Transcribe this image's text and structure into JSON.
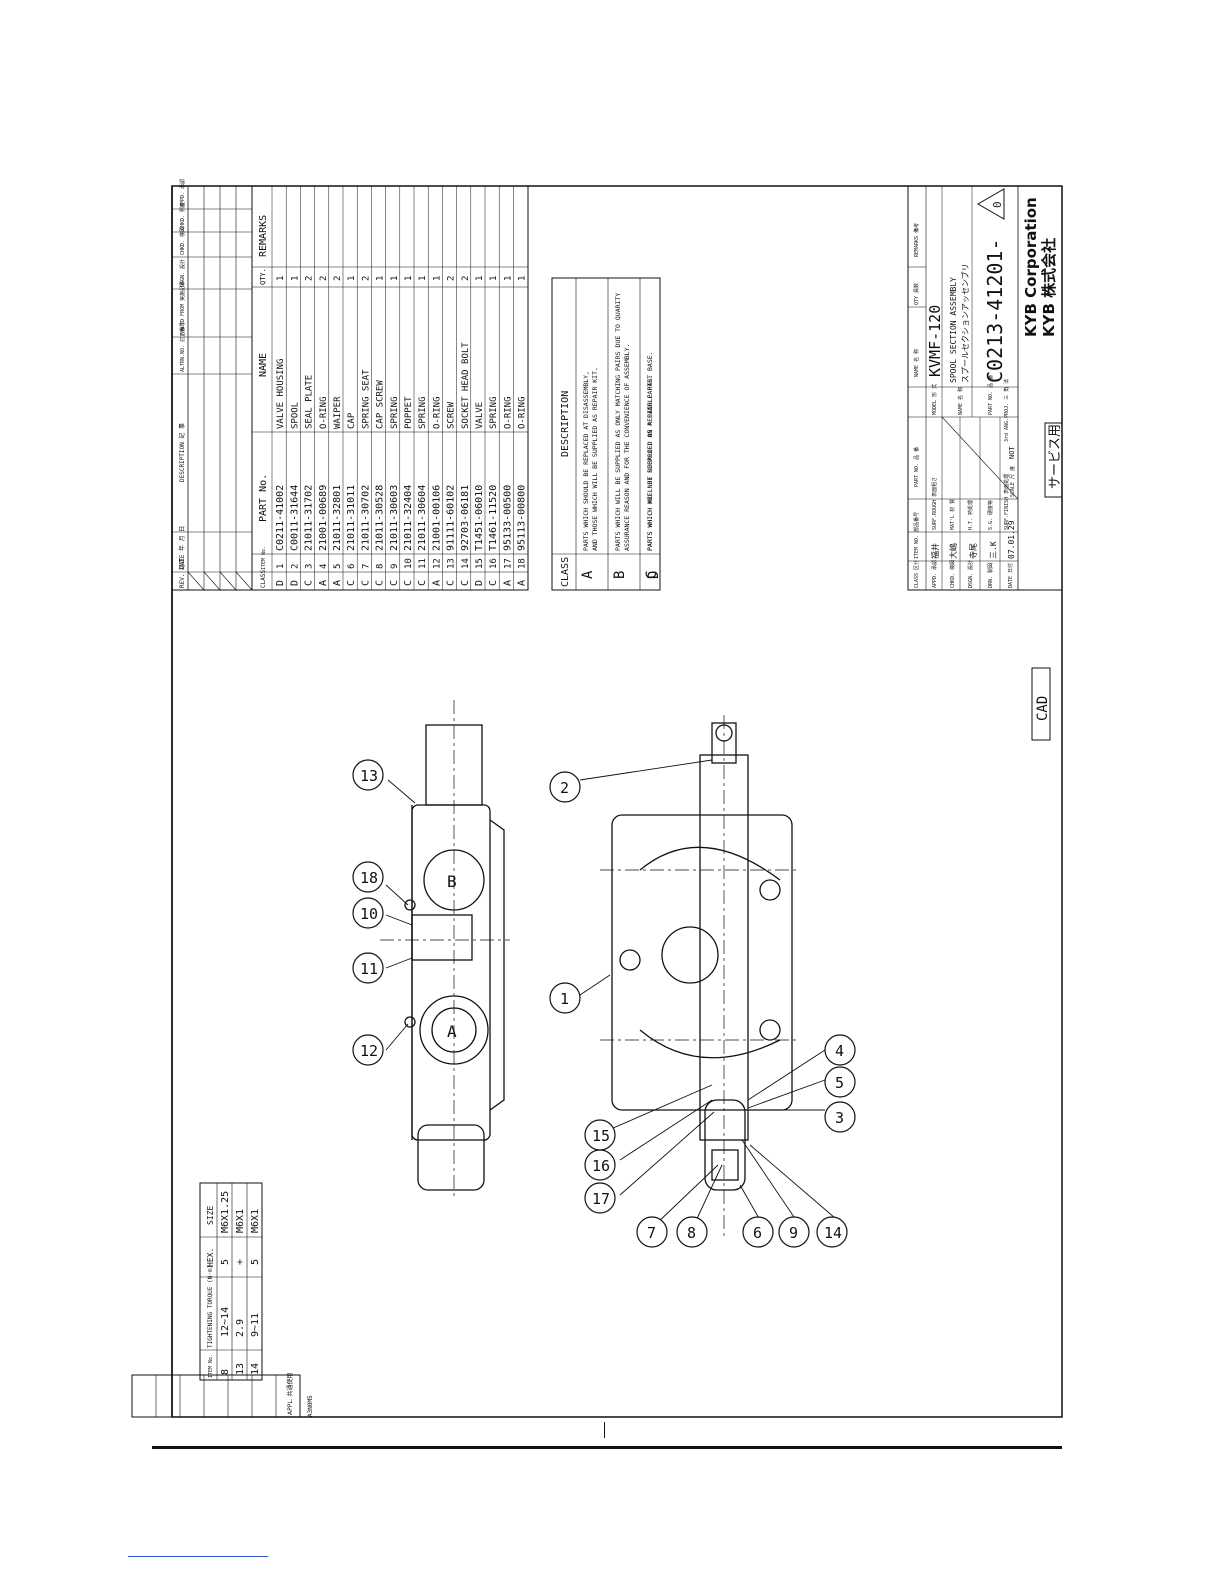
{
  "drawing": {
    "company_en": "KYB Corporation",
    "company_jp": "KYB 株式会社",
    "model_label": "MODEL 形 式",
    "model": "KVMF-120",
    "name_label": "NAME 名 称",
    "name_en": "SPOOL SECTION ASSEMBLY",
    "name_jp": "スプールセクションアッセンブリ",
    "part_no_label": "PART NO. 品 番",
    "part_no": "C0213-41201-",
    "rev_mark": "0",
    "cad_label": "CAD",
    "service_label": "サービス用",
    "appl_label": "APPL. 共通使用",
    "edge_code": "A3N0M5"
  },
  "title_block": {
    "class": "CLASS 区分",
    "item_no": "ITEM NO. 部品番号",
    "part_no": "PART NO. 品 番",
    "name": "NAME 名 称",
    "qty": "QTY 員数",
    "remarks": "REMARKS 備考",
    "appd": "APPD. 承認",
    "chkd": "CHKD. 検図",
    "dsgn": "DSGN. 設計",
    "drn": "DRN. 製図",
    "date": "DATE 日付",
    "appd_name": "福井",
    "chkd_name": "大嶋",
    "dsgn_name": "寺尾",
    "drn_name": "三.K",
    "date_val": "07.01.29",
    "surf_rough": "SURF.ROUGH 表面粗さ",
    "matl": "MAT'L 材 質",
    "ht": "H.T. 熱処理",
    "sg": "S.G. 硬度等",
    "surf_finish": "SURF.FINISH 表面処理",
    "scale": "SCALE 尺 度",
    "scale_val": "NOT",
    "angle": "3rd ANG.PROJ. 三 角 法"
  },
  "revision_header": {
    "rev": "REV. 訂正",
    "date": "DATE 年 月 日",
    "description": "DESCRIPTION 記 事",
    "altrn": "ALTRN.NO. 訂正番号",
    "valid": "VALID FROM 実施記事",
    "dsgn": "DSGN. 設計",
    "chkd": "CHKD. 検図",
    "chkd2": "CHKD. 照査",
    "appd": "APPD. 承認"
  },
  "parts_header": {
    "class": "CLASS",
    "item": "ITEM No.",
    "part_no": "PART No.",
    "name": "NAME",
    "qty": "QTY.",
    "remarks": "REMARKS"
  },
  "parts": [
    {
      "class": "D",
      "item": "1",
      "part_no": "C0211-41002",
      "name": "VALVE HOUSING",
      "qty": "1"
    },
    {
      "class": "D",
      "item": "2",
      "part_no": "C0011-31644",
      "name": "SPOOL",
      "qty": "1"
    },
    {
      "class": "C",
      "item": "3",
      "part_no": "21011-31702",
      "name": "SEAL PLATE",
      "qty": "2"
    },
    {
      "class": "A",
      "item": "4",
      "part_no": "21001-00689",
      "name": "O-RING",
      "qty": "2"
    },
    {
      "class": "A",
      "item": "5",
      "part_no": "21011-32801",
      "name": "WAIPER",
      "qty": "2"
    },
    {
      "class": "C",
      "item": "6",
      "part_no": "21011-31011",
      "name": "CAP",
      "qty": "1"
    },
    {
      "class": "C",
      "item": "7",
      "part_no": "21011-30702",
      "name": "SPRING SEAT",
      "qty": "2"
    },
    {
      "class": "C",
      "item": "8",
      "part_no": "21011-30528",
      "name": "CAP SCREW",
      "qty": "1"
    },
    {
      "class": "C",
      "item": "9",
      "part_no": "21011-30603",
      "name": "SPRING",
      "qty": "1"
    },
    {
      "class": "C",
      "item": "10",
      "part_no": "21011-32404",
      "name": "POPPET",
      "qty": "1"
    },
    {
      "class": "C",
      "item": "11",
      "part_no": "21011-30604",
      "name": "SPRING",
      "qty": "1"
    },
    {
      "class": "A",
      "item": "12",
      "part_no": "21001-00106",
      "name": "O-RING",
      "qty": "1"
    },
    {
      "class": "C",
      "item": "13",
      "part_no": "91111-60102",
      "name": "SCREW",
      "qty": "2"
    },
    {
      "class": "C",
      "item": "14",
      "part_no": "92703-06181",
      "name": "SOCKET HEAD BOLT",
      "qty": "2"
    },
    {
      "class": "D",
      "item": "15",
      "part_no": "T1451-06010",
      "name": "VALVE",
      "qty": "1"
    },
    {
      "class": "C",
      "item": "16",
      "part_no": "T1461-11520",
      "name": "SPRING",
      "qty": "1"
    },
    {
      "class": "A",
      "item": "17",
      "part_no": "95133-00500",
      "name": "O-RING",
      "qty": "1"
    },
    {
      "class": "A",
      "item": "18",
      "part_no": "95113-00800",
      "name": "O-RING",
      "qty": "1"
    }
  ],
  "class_table": {
    "header_class": "CLASS",
    "header_desc": "DESCRIPTION",
    "rows": [
      {
        "class": "A",
        "line1": "PARTS WHICH SHOULD BE REPLACED AT DISASSEMBLY,",
        "line2": "AND THOSE WHICH WILL BE SUPPLIED AS REPAIR KIT."
      },
      {
        "class": "B",
        "line1": "PARTS WHICH WILL BE SUPPLIED AS ONLY MATCHING PAIRS DUE TO QUARITY",
        "line2": "ASSURANCE REASON AND FOR THE CONVENIENCE OF ASSEMBLY."
      },
      {
        "class": "C",
        "line1": "PARTS WHICH WILL BE SUPPLIED ON A SINGLE PART BASE.",
        "line2": ""
      },
      {
        "class": "D",
        "line1": "PARTS WHICH ARE NOT REGARDED AS REPAIR PARTS.",
        "line2": ""
      }
    ]
  },
  "torque_table": {
    "h_item": "ITEM No.",
    "h_torque": "TIGHTENING TORQUE (N·m)",
    "h_hex": "HEX.",
    "h_size": "SIZE",
    "rows": [
      {
        "item": "8",
        "torque": "12~14",
        "hex": "5",
        "size": "M6X1.25"
      },
      {
        "item": "13",
        "torque": "2.9",
        "hex": "+",
        "size": "M6X1"
      },
      {
        "item": "14",
        "torque": "9~11",
        "hex": "5",
        "size": "M6X1"
      }
    ]
  },
  "port_labels": {
    "a": "A",
    "b": "B"
  },
  "balloons": {
    "b1": "1",
    "b2": "2",
    "b3": "3",
    "b4": "4",
    "b5": "5",
    "b6": "6",
    "b7": "7",
    "b8": "8",
    "b9": "9",
    "b10": "10",
    "b11": "11",
    "b12": "12",
    "b13": "13",
    "b14": "14",
    "b15": "15",
    "b16": "16",
    "b17": "17",
    "b18": "18"
  }
}
